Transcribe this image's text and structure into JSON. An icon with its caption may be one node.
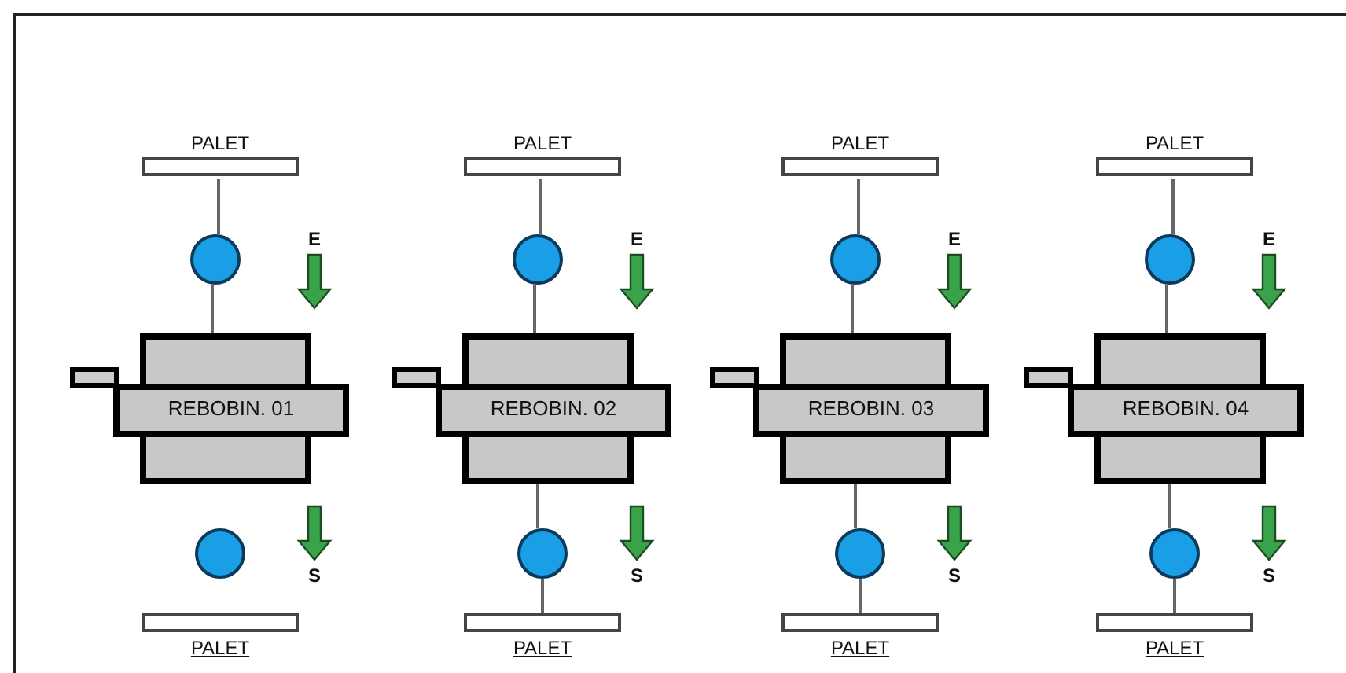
{
  "diagram": {
    "nodes": [
      {
        "text": [
          "PALET"
        ]
      },
      {
        "text": [],
        "shape": "circle"
      },
      {
        "text": [
          "REBOBIN. 01"
        ]
      },
      {
        "text": [],
        "shape": "circle"
      },
      {
        "text": [
          "PALET"
        ]
      },
      {
        "text": [
          "PALET"
        ]
      },
      {
        "text": [],
        "shape": "circle"
      },
      {
        "text": [
          "REBOBIN. 02"
        ]
      },
      {
        "text": [],
        "shape": "circle"
      },
      {
        "text": [
          "PALET"
        ]
      },
      {
        "text": [
          "PALET"
        ]
      },
      {
        "text": [],
        "shape": "circle"
      },
      {
        "text": [
          "REBOBIN. 03"
        ]
      },
      {
        "text": [],
        "shape": "circle"
      },
      {
        "text": [
          "PALET"
        ]
      },
      {
        "text": [
          "PALET"
        ]
      },
      {
        "text": [],
        "shape": "circle"
      },
      {
        "text": [
          "REBOBIN. 04"
        ]
      },
      {
        "text": [],
        "shape": "circle"
      },
      {
        "text": [
          "PALET"
        ]
      }
    ],
    "edges": [
      {
        "from": 0,
        "to": 1,
        "arrow": "none"
      },
      {
        "from": 1,
        "to": 2,
        "arrow": "none"
      },
      {
        "from": 5,
        "to": 6,
        "arrow": "none"
      },
      {
        "from": 6,
        "to": 7,
        "arrow": "none"
      },
      {
        "from": 7,
        "to": 8,
        "arrow": "none"
      },
      {
        "from": 8,
        "to": 9,
        "arrow": "none"
      },
      {
        "from": 10,
        "to": 11,
        "arrow": "none"
      },
      {
        "from": 11,
        "to": 12,
        "arrow": "none"
      },
      {
        "from": 12,
        "to": 13,
        "arrow": "none"
      },
      {
        "from": 13,
        "to": 14,
        "arrow": "none"
      },
      {
        "from": 15,
        "to": 16,
        "arrow": "none"
      },
      {
        "from": 16,
        "to": 17,
        "arrow": "none"
      },
      {
        "from": 17,
        "to": 18,
        "arrow": "none"
      },
      {
        "from": 18,
        "to": 19,
        "arrow": "none"
      }
    ],
    "labels": [
      "E",
      "E",
      "E",
      "E",
      "S",
      "S",
      "S",
      "S"
    ]
  }
}
